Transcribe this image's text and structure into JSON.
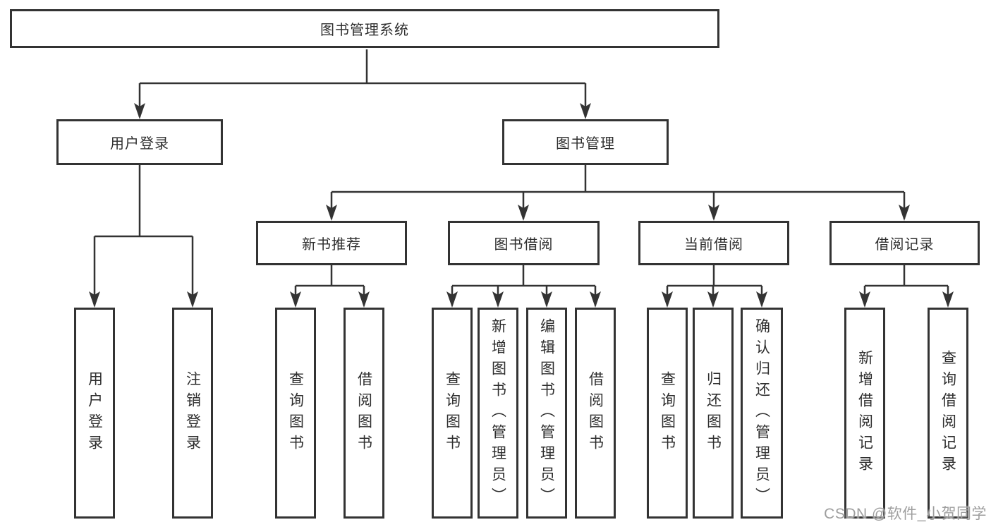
{
  "tree": {
    "root": {
      "label": "图书管理系统",
      "children": [
        {
          "label": "用户登录",
          "children": [
            {
              "label": "用户登录"
            },
            {
              "label": "注销登录"
            }
          ]
        },
        {
          "label": "图书管理",
          "children": [
            {
              "label": "新书推荐",
              "children": [
                {
                  "label": "查询图书"
                },
                {
                  "label": "借阅图书"
                }
              ]
            },
            {
              "label": "图书借阅",
              "children": [
                {
                  "label": "查询图书"
                },
                {
                  "label": "新增图书（管理员）"
                },
                {
                  "label": "编辑图书（管理员）"
                },
                {
                  "label": "借阅图书"
                }
              ]
            },
            {
              "label": "当前借阅",
              "children": [
                {
                  "label": "查询图书"
                },
                {
                  "label": "归还图书"
                },
                {
                  "label": "确认归还（管理员）"
                }
              ]
            },
            {
              "label": "借阅记录",
              "children": [
                {
                  "label": "新增借阅记录"
                },
                {
                  "label": "查询借阅记录"
                }
              ]
            }
          ]
        }
      ]
    }
  },
  "watermark": {
    "text": "CSDN @软件_小贺同学"
  },
  "colors": {
    "line": "#333333",
    "box_border": "#333333",
    "text": "#2e2e2e",
    "watermark": "#9e9e9e",
    "background": "#ffffff"
  }
}
